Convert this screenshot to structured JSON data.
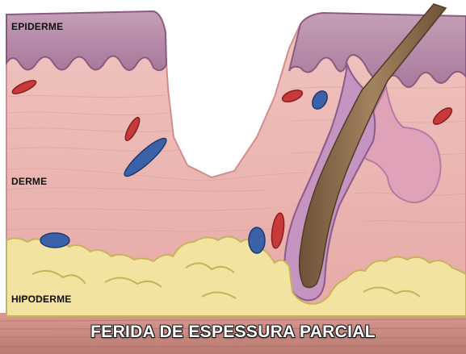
{
  "labels": {
    "epidermis": "EPIDERME",
    "dermis": "DERME",
    "hypodermis": "HIPODERME"
  },
  "caption": "FERIDA DE ESPESSURA PARCIAL",
  "colors": {
    "background": "#ffffff",
    "epidermis": "#b68aa6",
    "epidermis_edge": "#8c5a80",
    "dermis": "#ecb6b3",
    "dermis_edge": "#d48c8e",
    "fat": "#f2e3a0",
    "fat_edge": "#c9b25c",
    "muscle_band": "#c78a80",
    "hair_shaft": "#8a6a4c",
    "hair_follicle": "#b98ab7",
    "artery": "#c83a3a",
    "vein": "#3b62a8"
  }
}
